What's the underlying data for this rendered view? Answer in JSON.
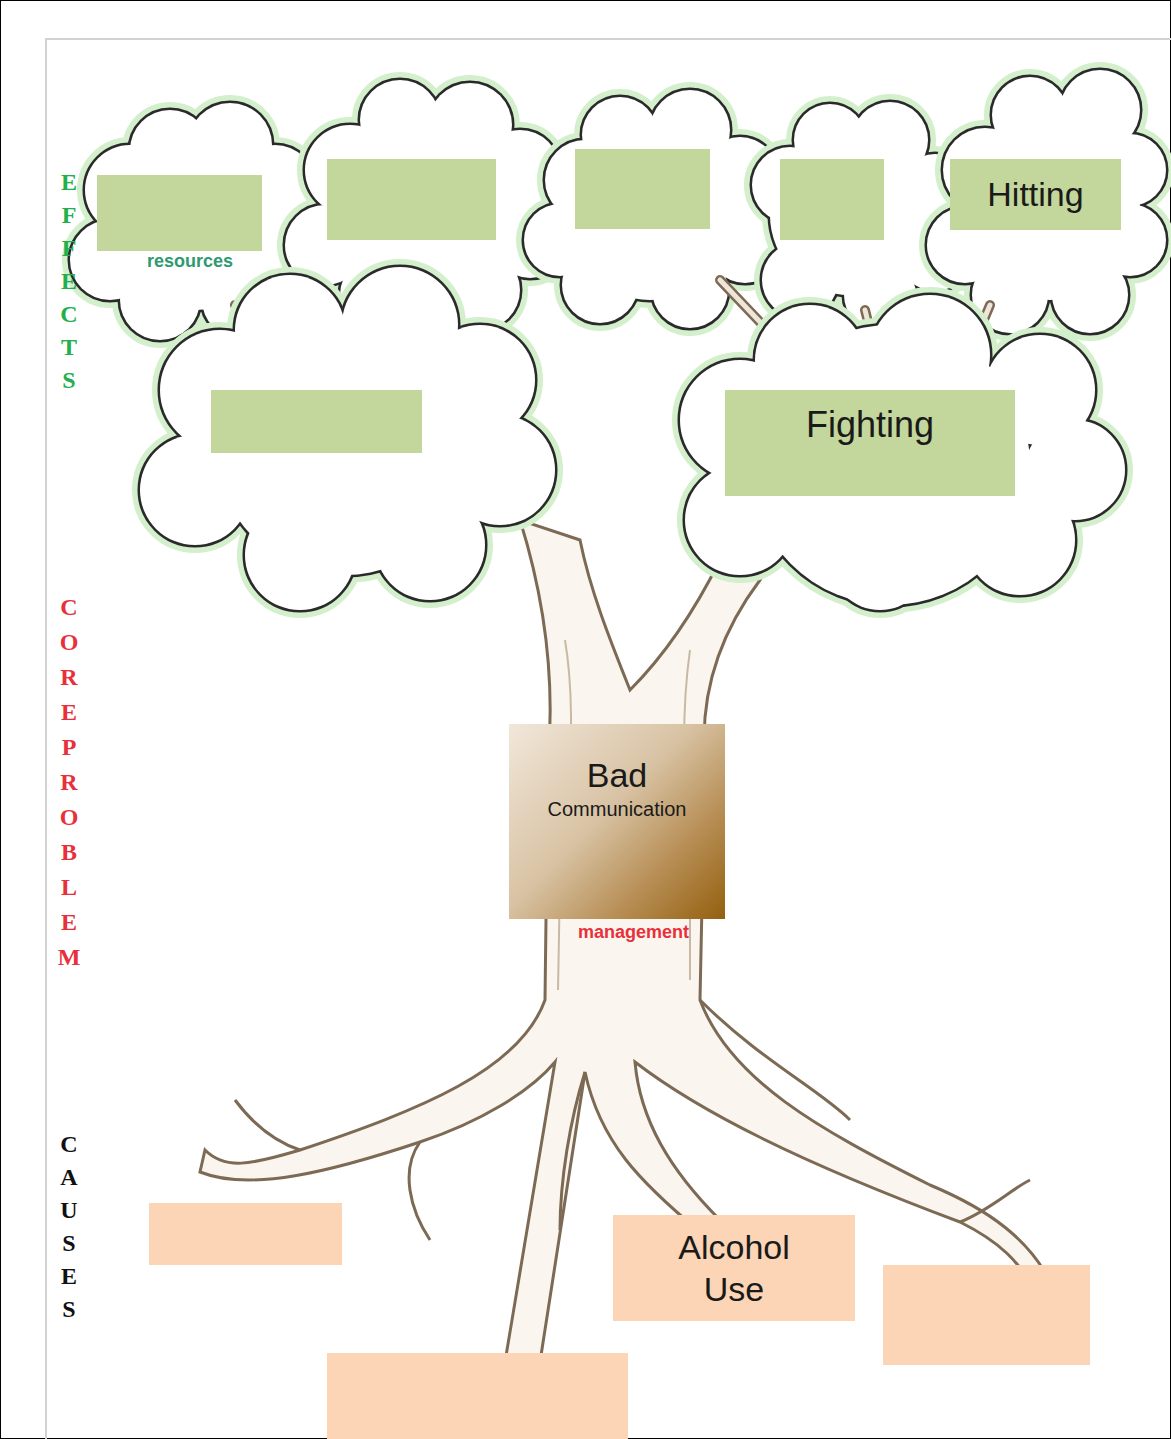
{
  "diagram": {
    "nodes": [
      {
        "text": [
          "Hitting"
        ]
      },
      {
        "text": [
          "Fighting"
        ]
      },
      {
        "text": [
          "Bad",
          "Communication"
        ]
      },
      {
        "text": [
          "Alcohol Use"
        ]
      }
    ],
    "labels": [
      "EFFECTS",
      "CORE PROBLEM",
      "CAUSES",
      "resources",
      "management"
    ]
  }
}
